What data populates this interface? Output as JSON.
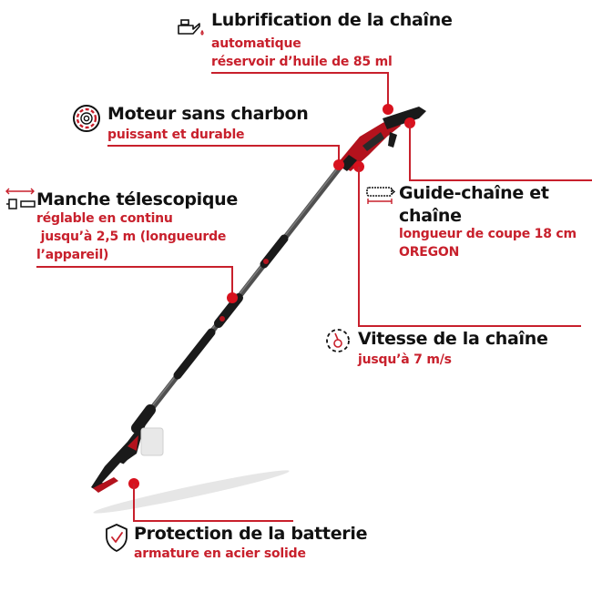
{
  "features": [
    {
      "id": "lubrication",
      "icon": "oil-can-icon",
      "title": "Lubrification de la chaîne",
      "details": [
        "automatique",
        "réservoir d’huile de 85 ml"
      ]
    },
    {
      "id": "motor",
      "icon": "brushless-motor-icon",
      "title": "Moteur sans charbon",
      "details": [
        "puissant et durable"
      ]
    },
    {
      "id": "telescopic",
      "icon": "telescopic-handle-icon",
      "title": "Manche télescopique",
      "details": [
        "réglable en continu",
        " jusqu’à 2,5 m (longueurde",
        "l’appareil)"
      ]
    },
    {
      "id": "bar-chain",
      "icon": "chain-bar-icon",
      "title_lines": [
        "Guide-chaîne et",
        "chaîne"
      ],
      "details": [
        "longueur de coupe 18 cm",
        "OREGON"
      ]
    },
    {
      "id": "chain-speed",
      "icon": "speedometer-icon",
      "title": "Vitesse de la chaîne",
      "details": [
        "jusqu’à 7 m/s"
      ]
    },
    {
      "id": "battery-protection",
      "icon": "shield-check-icon",
      "title": "Protection de la batterie",
      "details": [
        "armature en acier solide"
      ]
    }
  ],
  "colors": {
    "accent": "#c8202c",
    "dot": "#d8121e",
    "title": "#111111",
    "tool_body": "#1c1c1c",
    "tool_red": "#b3121d",
    "pole": "#4a4a4a"
  }
}
